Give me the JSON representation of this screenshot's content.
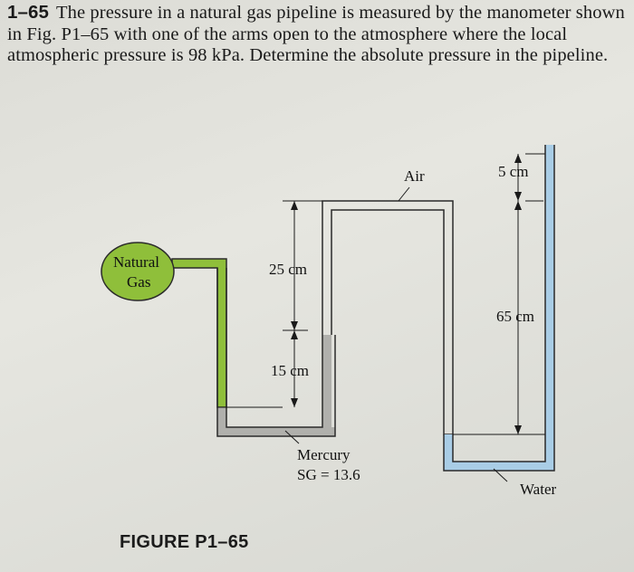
{
  "problem": {
    "number": "1–65",
    "text": "The pressure in a natural gas pipeline is measured by the manometer shown in Fig. P1–65 with one of the arms open to the atmosphere where the local atmospheric pressure is 98 kPa. Determine the absolute pressure in the pipeline."
  },
  "figure": {
    "caption": "FIGURE P1–65",
    "labels": {
      "natural_gas_line1": "Natural",
      "natural_gas_line2": "Gas",
      "air": "Air",
      "dim_25": "25 cm",
      "dim_15": "15 cm",
      "dim_5": "5 cm",
      "dim_65": "65 cm",
      "mercury_line1": "Mercury",
      "mercury_line2": "SG = 13.6",
      "water": "Water"
    },
    "colors": {
      "natural_gas": "#8fbf3a",
      "mercury": "#b0b0ac",
      "water": "#a9cde6",
      "pipe_wall": "#2a2a2a"
    }
  }
}
